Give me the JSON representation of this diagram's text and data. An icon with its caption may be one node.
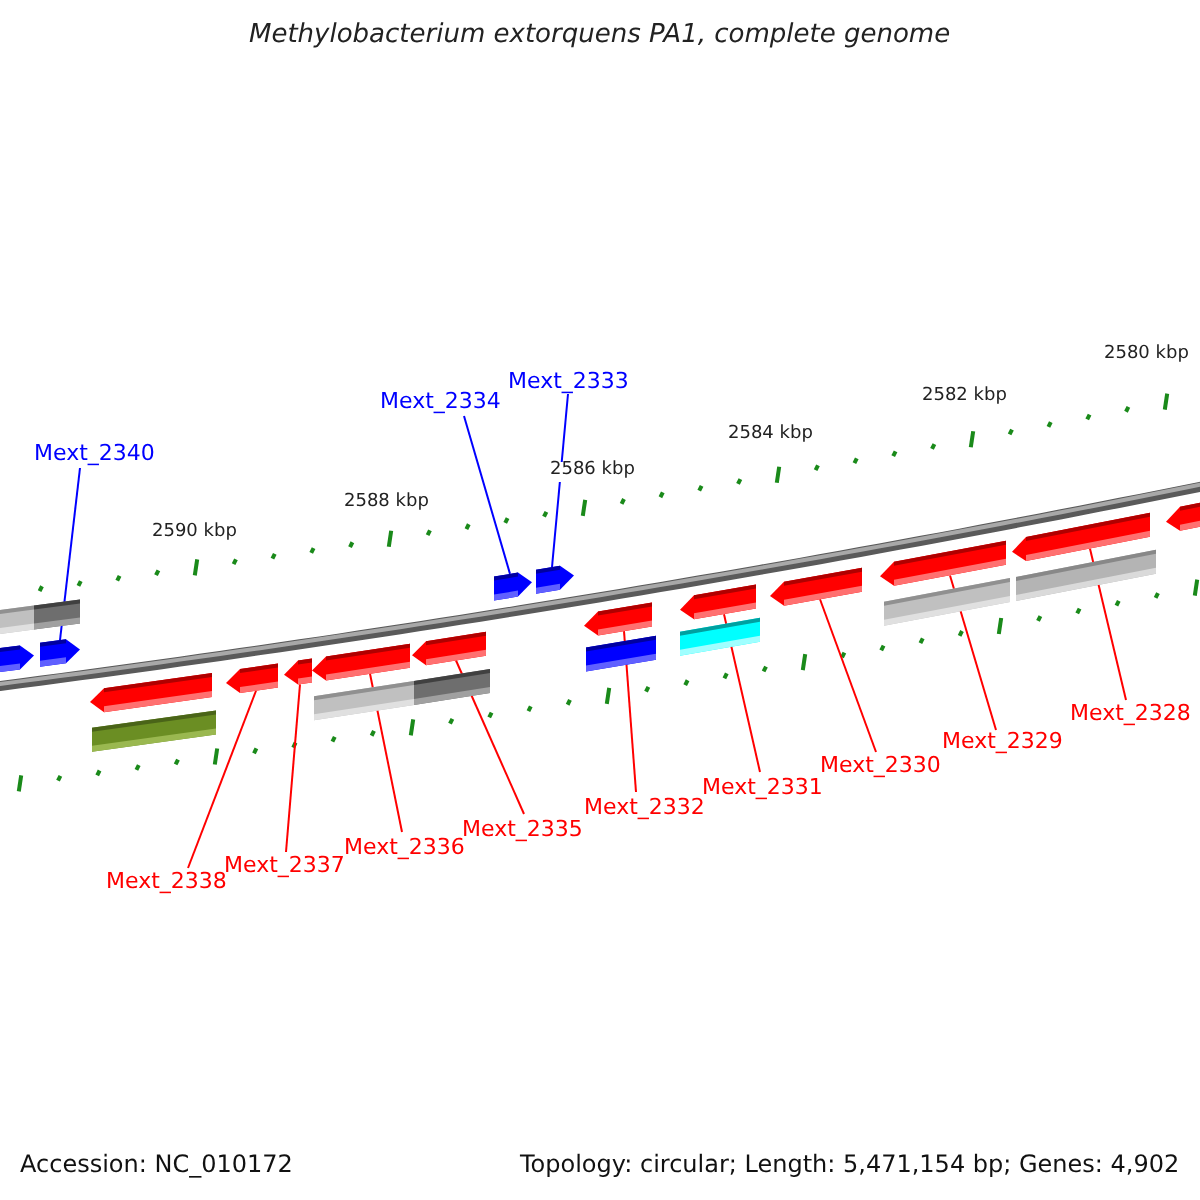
{
  "diagram": {
    "title": "Methylobacterium extorquens PA1, complete genome",
    "nodes": [
      {
        "text": [
          "Mext_2340"
        ]
      },
      {
        "text": [
          "Mext_2334"
        ]
      },
      {
        "text": [
          "Mext_2333"
        ]
      },
      {
        "text": [
          "Mext_2338"
        ]
      },
      {
        "text": [
          "Mext_2337"
        ]
      },
      {
        "text": [
          "Mext_2336"
        ]
      },
      {
        "text": [
          "Mext_2335"
        ]
      },
      {
        "text": [
          "Mext_2332"
        ]
      },
      {
        "text": [
          "Mext_2331"
        ]
      },
      {
        "text": [
          "Mext_2330"
        ]
      },
      {
        "text": [
          "Mext_2329"
        ]
      },
      {
        "text": [
          "Mext_2328"
        ]
      },
      {
        "text": [],
        "shape": "pentagon"
      },
      {
        "text": [],
        "shape": "pentagon"
      },
      {
        "text": [],
        "shape": "pentagon"
      },
      {
        "text": [],
        "shape": "pentagon"
      },
      {
        "text": [],
        "shape": "pentagon"
      },
      {
        "text": [],
        "shape": "pentagon"
      },
      {
        "text": [],
        "shape": "pentagon"
      },
      {
        "text": [],
        "shape": "pentagon"
      },
      {
        "text": [],
        "shape": "pentagon"
      },
      {
        "text": [],
        "shape": "pentagon"
      },
      {
        "text": [],
        "shape": "pentagon"
      },
      {
        "text": [],
        "shape": "pentagon"
      },
      {
        "text": [],
        "shape": "box"
      },
      {
        "text": [],
        "shape": "box"
      },
      {
        "text": [],
        "shape": "pentagon"
      },
      {
        "text": [],
        "shape": "pentagon"
      },
      {
        "text": [],
        "shape": "box"
      },
      {
        "text": [],
        "shape": "box"
      },
      {
        "text": [],
        "shape": "box"
      },
      {
        "text": [],
        "shape": "box"
      },
      {
        "text": [],
        "shape": "box"
      },
      {
        "text": [],
        "shape": "box"
      },
      {
        "text": [],
        "shape": "box"
      },
      {
        "text": [],
        "shape": "pentagon"
      }
    ],
    "edges": [
      {
        "from": 0,
        "to": 12,
        "arrow": "none",
        "color": "#0000ff"
      },
      {
        "from": 1,
        "to": 13,
        "arrow": "none",
        "color": "#0000ff"
      },
      {
        "from": 2,
        "to": 14,
        "arrow": "none",
        "color": "#0000ff"
      },
      {
        "from": 3,
        "to": 15,
        "arrow": "none"
      },
      {
        "from": 4,
        "to": 16,
        "arrow": "none"
      },
      {
        "from": 5,
        "to": 17,
        "arrow": "none"
      },
      {
        "from": 6,
        "to": 18,
        "arrow": "none"
      },
      {
        "from": 7,
        "to": 19,
        "arrow": "none"
      },
      {
        "from": 8,
        "to": 20,
        "arrow": "none"
      },
      {
        "from": 9,
        "to": 21,
        "arrow": "none"
      },
      {
        "from": 10,
        "to": 22,
        "arrow": "none"
      },
      {
        "from": 11,
        "to": 23,
        "arrow": "none"
      }
    ],
    "labels": [
      "2580 kbp",
      "2582 kbp",
      "2584 kbp",
      "2586 kbp",
      "2588 kbp",
      "2590 kbp",
      "Accession: NC_010172",
      "Topology: circular; Length: 5,471,154 bp; Genes: 4,902"
    ]
  }
}
